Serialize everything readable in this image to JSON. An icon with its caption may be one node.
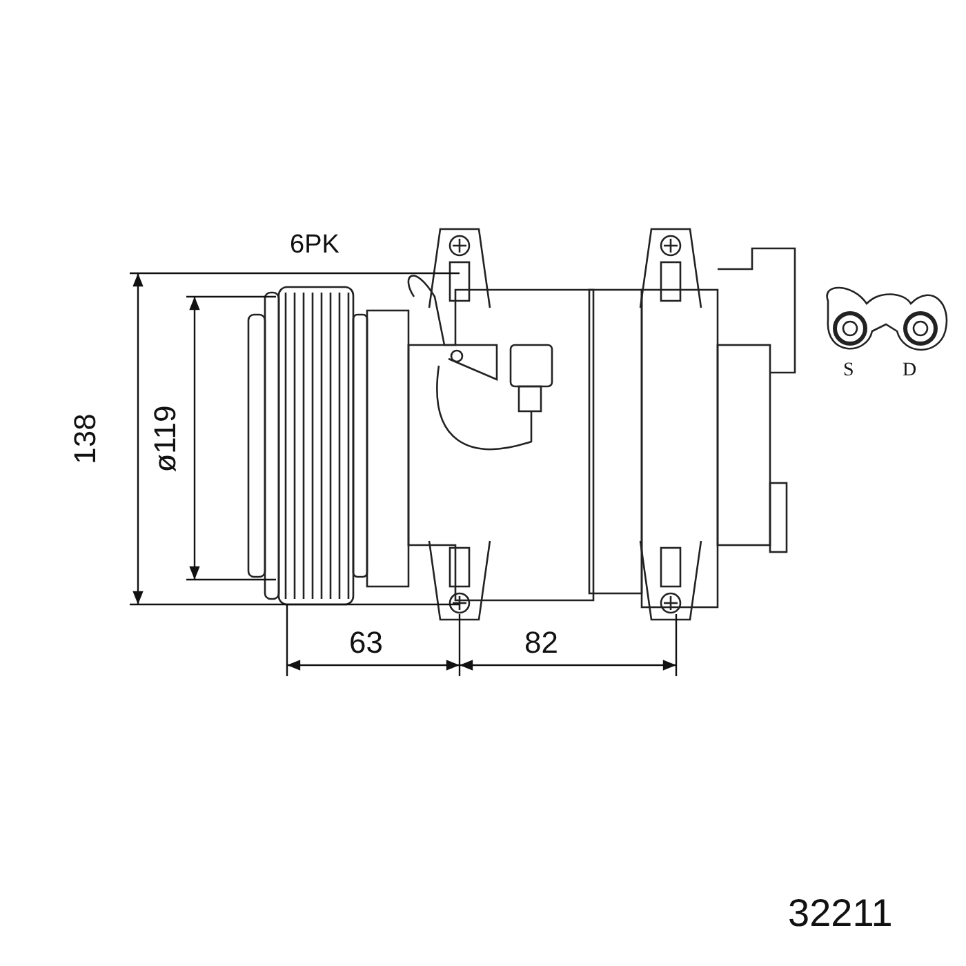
{
  "diagram": {
    "labels": [
      "6PK",
      "138",
      "ø119",
      "63",
      "82",
      "S",
      "D",
      "32211"
    ]
  }
}
